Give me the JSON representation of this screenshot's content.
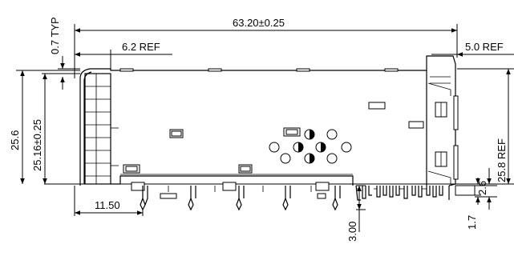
{
  "dimensions": {
    "overall_length": "63.20±0.25",
    "rear_ref": "6.2 REF",
    "right_ref": "5.0 REF",
    "thickness_typ": "0.7 TYP",
    "height_outer": "25.6",
    "height_body": "25.16±0.25",
    "height_ref_right": "25.8 REF",
    "pin_offset": "11.50",
    "pin_length": "3.00",
    "tab_height": "2.6",
    "tab_offset": "1.7"
  },
  "colors": {
    "line": "#000000",
    "background": "#ffffff"
  }
}
